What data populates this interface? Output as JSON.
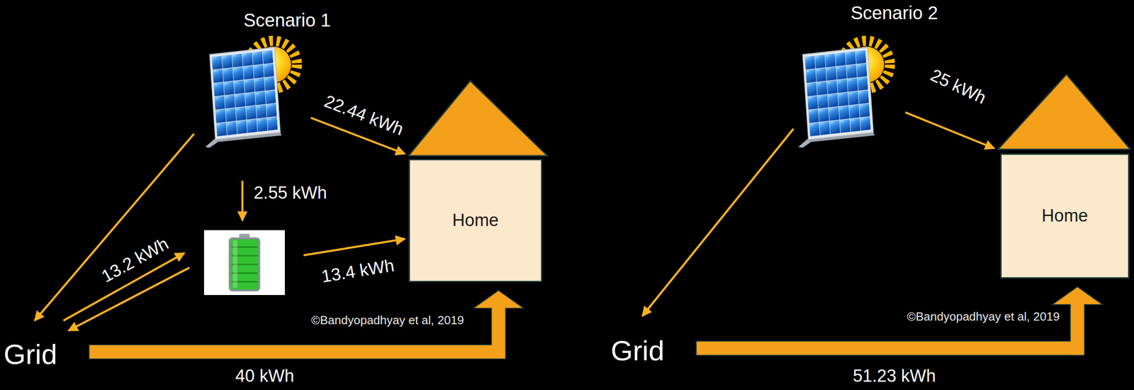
{
  "diagram": {
    "nodes": [
      {
        "text": [
          "Home"
        ]
      },
      {
        "text": [
          "Grid"
        ]
      },
      {
        "text": [
          "Home"
        ]
      },
      {
        "text": [
          "Grid"
        ]
      }
    ],
    "edges": [
      {
        "from": 1,
        "to": 0,
        "arrow": "to",
        "label": "40 kWh"
      },
      {
        "from": 3,
        "to": 2,
        "arrow": "to",
        "label": "51.23 kWh"
      }
    ],
    "labels": [
      "Scenario 1",
      "22.44 kWh",
      "2.55 kWh",
      "13.2 kWh",
      "13.4 kWh",
      "©Bandyopadhyay et al, 2019",
      "Scenario 2",
      "25 kWh",
      "©Bandyopadhyay et al, 2019"
    ]
  }
}
